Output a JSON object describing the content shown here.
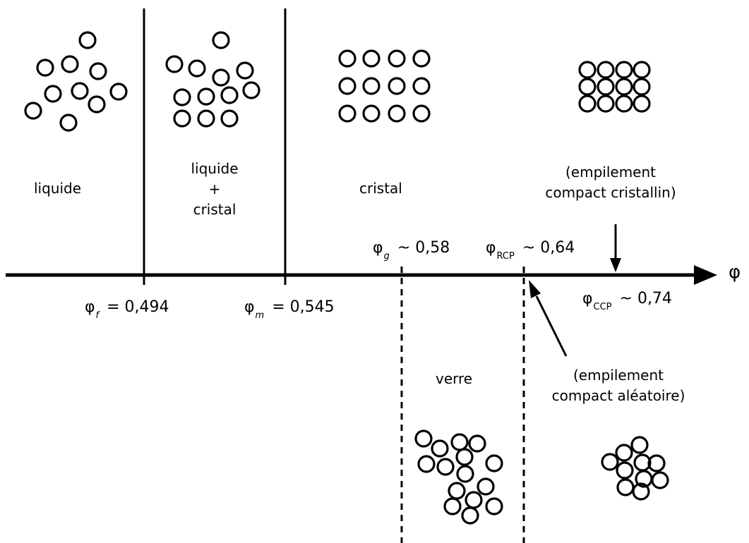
{
  "phases": {
    "liquide": "liquide",
    "liquide_cristal_line1": "liquide",
    "liquide_cristal_line2": "+",
    "liquide_cristal_line3": "cristal",
    "cristal": "cristal",
    "ccp_line1": "(empilement",
    "ccp_line2": "compact cristallin)",
    "verre": "verre",
    "rcp_line1": "(empilement",
    "rcp_line2": "compact aléatoire)"
  },
  "axis": {
    "symbol": "φ"
  },
  "markers": {
    "phi_f": {
      "phi": "φ",
      "sub": "f",
      "rel": "= 0,494"
    },
    "phi_m": {
      "phi": "φ",
      "sub": "m",
      "rel": "= 0,545"
    },
    "phi_g": {
      "phi": "φ",
      "sub": "g",
      "rel": "~ 0,58"
    },
    "phi_rcp": {
      "phi": "φ",
      "sub": "RCP",
      "rel": "~ 0,64"
    },
    "phi_ccp": {
      "phi": "φ",
      "sub": "CCP",
      "rel": "~ 0,74"
    }
  },
  "colors": {
    "ink": "#000000",
    "background": "#ffffff"
  }
}
